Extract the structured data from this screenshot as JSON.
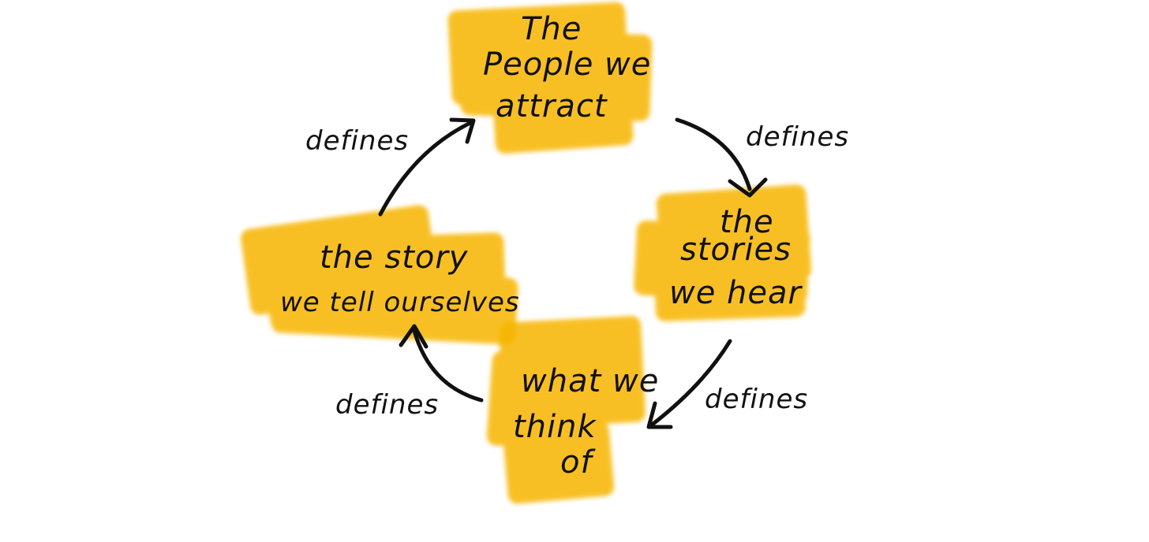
{
  "highlight_color": "#F7B500",
  "ink_color": "#111111",
  "nodes": {
    "people": {
      "lines": [
        "The",
        "People we",
        "attract"
      ]
    },
    "stories": {
      "lines": [
        "the",
        "stories",
        "we hear"
      ]
    },
    "think": {
      "lines": [
        "what we",
        "think",
        "of"
      ]
    },
    "story": {
      "lines": [
        "the story",
        "we tell ourselves"
      ]
    }
  },
  "edges": {
    "people_to_stories": "defines",
    "stories_to_think": "defines",
    "think_to_story": "defines",
    "story_to_people": "defines"
  }
}
